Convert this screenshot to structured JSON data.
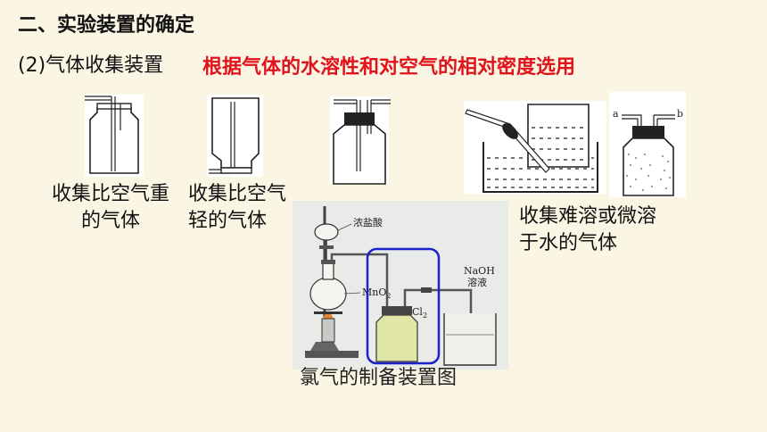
{
  "slide": {
    "heading": "二、实验装置的确定",
    "subheading": "(2)气体收集装置",
    "note": "根据气体的水溶性和对空气的相对密度选用",
    "captions": {
      "heavier": [
        "收集比空气重",
        "的气体"
      ],
      "lighter": [
        "收集比空气",
        "轻的气体"
      ],
      "insoluble": [
        "收集难溶或微溶",
        "于水的气体"
      ]
    },
    "bottle_labels": {
      "a": "a",
      "b": "b"
    },
    "figure": {
      "caption": "氯气的制备装置图",
      "labels": {
        "hcl": "浓盐酸",
        "mno2": "MnO",
        "mno2_sub": "2",
        "cl2": "Cl",
        "cl2_sub": "2",
        "naoh": "NaOH",
        "solution": "溶液"
      }
    }
  },
  "colors": {
    "accent_red": "#e0121b",
    "highlight_blue": "#1b23c8",
    "gas_fill": "#dfe6a6"
  }
}
